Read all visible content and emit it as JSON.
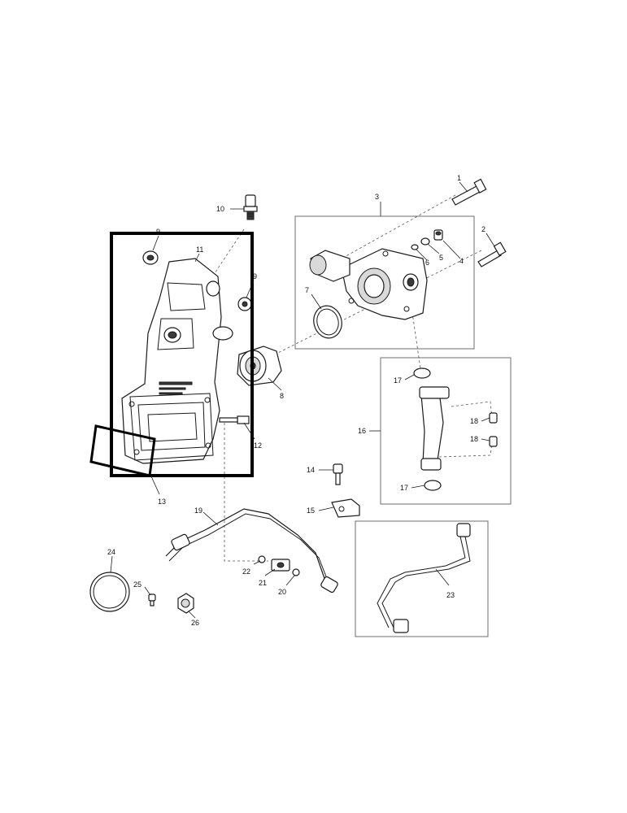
{
  "diagram": {
    "callouts": {
      "p1": "1",
      "p2": "2",
      "p3": "3",
      "p4": "4",
      "p5": "5",
      "p6": "6",
      "p7": "7",
      "p8": "8",
      "p9a": "9",
      "p9b": "9",
      "p10": "10",
      "p11": "11",
      "p12": "12",
      "p13": "13",
      "p14": "14",
      "p15": "15",
      "p16": "16",
      "p17a": "17",
      "p17b": "17",
      "p18a": "18",
      "p18b": "18",
      "p19": "19",
      "p20": "20",
      "p21": "21",
      "p22": "22",
      "p23": "23",
      "p24": "24",
      "p25": "25",
      "p26": "26"
    },
    "highlight_color": "#000000",
    "line_color": "#1a1a1a"
  }
}
